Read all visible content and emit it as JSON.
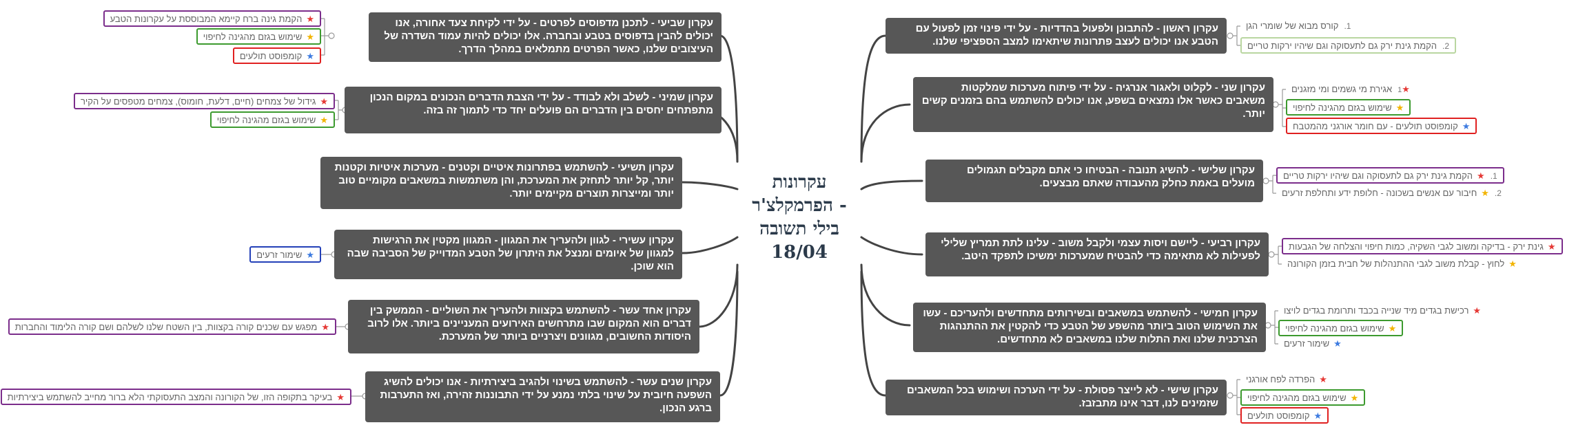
{
  "center": {
    "lines": [
      "עקרונות",
      "- הפרמקלצ'ר",
      "בילי תשובה",
      "18/04"
    ]
  },
  "colors": {
    "node_bg": "#575757",
    "line": "#444444",
    "star_red": "#e53935",
    "star_gold": "#f2b400",
    "star_blue": "#3d7be0"
  },
  "icons": {
    "red": "red-star-icon",
    "gold": "gold-star-icon",
    "blue": "blue-star-icon",
    "num1": "number-1-icon",
    "num2": "number-2-icon"
  },
  "right_branches": [
    {
      "text": "עקרון ראשון - להתבונן ולפעול בהדדיות - על ידי פינוי זמן לפעול עם הטבע אנו יכולים לעצב פתרונות שיתאימו למצב הספציפי שלנו.",
      "leaves": [
        {
          "text": "קורס מבוא של שומרי הגן",
          "icon": "num1"
        },
        {
          "text": "הקמת גינת ירק גם לתעסוקה וגם שיהיו ירקות טריים",
          "icon": "num2"
        }
      ]
    },
    {
      "text": "עקרון שני - לקלוט ולאגור אנרגיה - על ידי פיתוח מערכות שמלקטות משאבים כאשר אלו נמצאים בשפע, אנו יכולים להשתמש בהם בזמנים קשים יותר.",
      "leaves": [
        {
          "text": "אגירת מי גשמים ומי מזגנים",
          "icon": "num1"
        },
        {
          "text": "שימוש בגזם מהגינה לחיפוי",
          "icon": "gold"
        },
        {
          "text": "קומפוסט תולעים - עם חומר אורגני מהמטבח",
          "icon": "blue"
        }
      ]
    },
    {
      "text": "עקרון שלישי - להשיג תנובה - הבטיחו כי אתם מקבלים תגמולים מועלים באמת כחלק מהעבודה שאתם מבצעים.",
      "leaves": [
        {
          "text": "הקמת גינת ירק גם לתעסוקה וגם שיהיו ירקות טריים",
          "icon": "num1"
        },
        {
          "text": "חיבור עם אנשים בשכונה - חלופת ידע ותחלפת זרעים",
          "icon": "num2"
        }
      ]
    },
    {
      "text": "עקרון רביעי - ליישם ויסות עצמי ולקבל משוב - עלינו לתת תמריץ שלילי לפעילות לא מתאימה כדי להבטיח שמערכות ימשיכו לתפקד היטב.",
      "leaves": [
        {
          "text": "גינת ירק - בדיקה ומשוב לגבי השקיה, כמות חיפוי והצלחה של הגבעות",
          "icon": "red"
        },
        {
          "text": "לחוץ - קבלת משוב לגבי ההתנהלות של חבית בזמן הקורונה",
          "icon": "gold"
        }
      ]
    },
    {
      "text": "עקרון חמישי - להשתמש במשאבים ובשירותים מתחדשים ולהעריכם - עשו את השימוש הטוב ביותר מהשפע של הטבע כדי להקטין את ההתנהגות הצרכנית שלנו ואת התלות שלנו במשאבים לא מתחדשים.",
      "leaves": [
        {
          "text": "רכישת בגדים מיד שנייה בכבד ותרומת בגדים לויצו",
          "icon": "red"
        },
        {
          "text": "שימוש בגזם מהגינה לחיפוי",
          "icon": "gold"
        },
        {
          "text": "שימור זרעים",
          "icon": "blue"
        }
      ]
    },
    {
      "text": "עקרון שישי - לא לייצר פסולת - על ידי הערכה ושימוש בכל המשאבים שזמינים לנו, דבר אינו מתבזבז.",
      "leaves": [
        {
          "text": "הפרדה לפח אורגני",
          "icon": "red"
        },
        {
          "text": "שימוש בגזם מהגינה לחיפוי",
          "icon": "gold"
        },
        {
          "text": "קומפוסט תולעים",
          "icon": "blue"
        }
      ]
    }
  ],
  "left_branches": [
    {
      "text": "עקרון שביעי - לתכנן מדפוסים לפרטים - על ידי לקיחת צעד אחורה, אנו יכולים להבין בדפוסים בטבע ובחברה. אלו יכולים להיות עמוד השדרה של העיצובים שלנו, כאשר הפרטים מתמלאים במהלך הדרך.",
      "leaves": [
        {
          "text": "הקמת גינה ברח קיימא המבוססת על עקרונות הטבע",
          "icon": "red"
        },
        {
          "text": "שימוש בגזם מהגינה לחיפוי",
          "icon": "gold"
        },
        {
          "text": "קומפוסט תולעים",
          "icon": "blue"
        }
      ]
    },
    {
      "text": "עקרון שמיני - לשלב ולא לבודד - על ידי הצבת הדברים הנכונים במקום הנכון מתפתחים יחסים בין הדברים הם פועלים יחד כדי לתמוך זה בזה.",
      "leaves": [
        {
          "text": "גידול של צמחים (חיים, דלעת, חומוס), צמחים מטפסים על הקיר",
          "icon": "red"
        },
        {
          "text": "שימוש בגזם מהגינה לחיפוי",
          "icon": "gold"
        }
      ]
    },
    {
      "text": "עקרון תשיעי - להשתמש בפתרונות איטיים וקטנים - מערכות איטיות וקטנות יותר, קל יותר לתחזק את המערכת, והן משתמשות במשאבים מקומיים טוב יותר ומייצרות תוצרים מקיימים יותר.",
      "leaves": []
    },
    {
      "text": "עקרון עשירי - לגוון ולהעריך את המגוון - המגוון מקטין את הרגישות למגוון של איומים ומנצל את היתרון של הטבע המדוייק של הסביבה שבה הוא שוכן.",
      "leaves": [
        {
          "text": "שימור זרעים",
          "icon": "blue"
        }
      ]
    },
    {
      "text": "עקרון אחד עשר - להשתמש בקצוות ולהעריך את השוליים - הממשק בין דברים הוא המקום שבו מתרחשים האירועים המעניינים ביותר. אלו לרוב היסודות החשובים, מגוונים ויצרניים ביותר של המערכת.",
      "leaves": [
        {
          "text": "מפגש עם שכנים קורה בקצוות, בין השטח שלנו לשלהם ושם קורה הלימוד והחברות",
          "icon": "red"
        }
      ]
    },
    {
      "text": "עקרון שנים עשר - להשתמש בשינוי ולהגיב ביצירתיות - אנו יכולים להשיג השפעה חיובית על שינוי בלתי נמנע על ידי התבוננות זהירה, ואז התערבות ברגע הנכון.",
      "leaves": [
        {
          "text": "בעיקר בתקופה הזו, של הקורונה והמצב התעסוקתי הלא ברור מחייב להשתמש ביצירתיות",
          "icon": "red"
        }
      ]
    }
  ]
}
